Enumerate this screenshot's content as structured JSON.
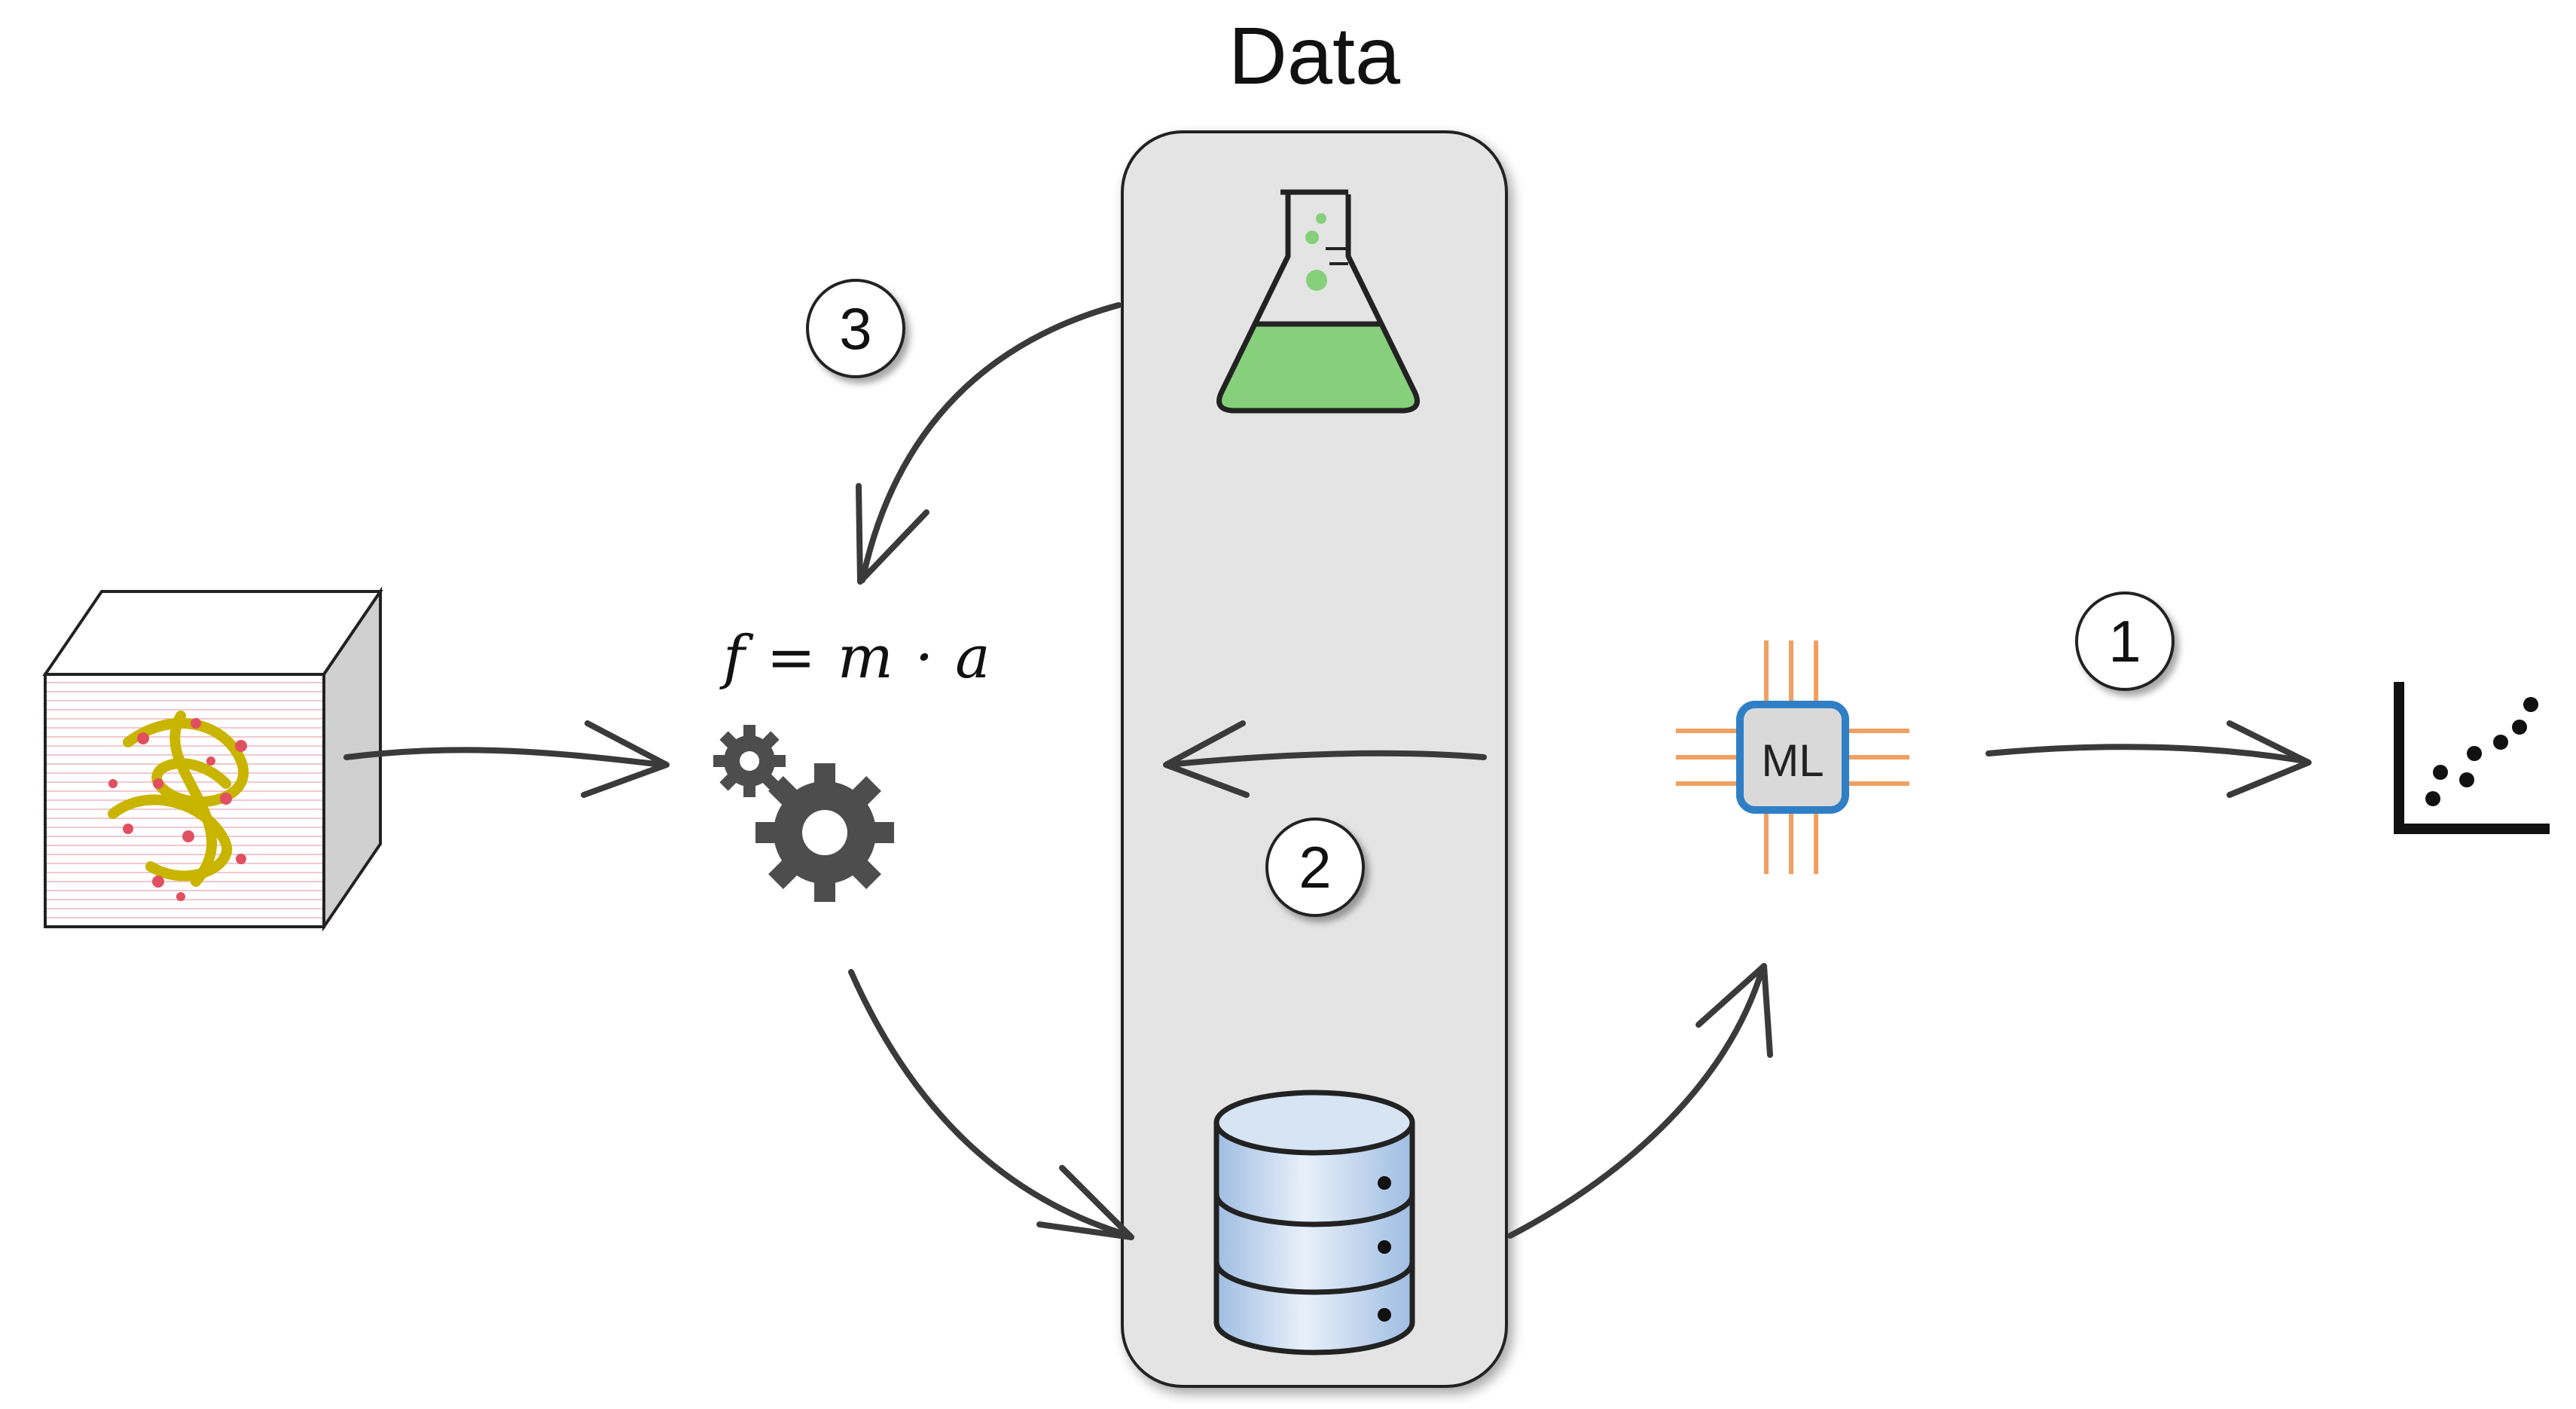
{
  "diagram": {
    "data_panel_label": "Data",
    "formula": "f = m · a",
    "ml_chip_label": "ML",
    "steps": {
      "one": "1",
      "two": "2",
      "three": "3"
    }
  },
  "colors": {
    "panel_fill": "#e4e4e4",
    "arrow": "#3a3a3a",
    "flask_liquid": "#86cf7b",
    "chip_border": "#2f7fc6",
    "chip_pins": "#f0a060",
    "database_fill": "#bcd3ee",
    "gear": "#4d4d4d"
  },
  "icons": [
    "protein-box-icon",
    "gears-icon",
    "flask-icon",
    "database-icon",
    "ml-chip-icon",
    "scatter-plot-icon"
  ]
}
